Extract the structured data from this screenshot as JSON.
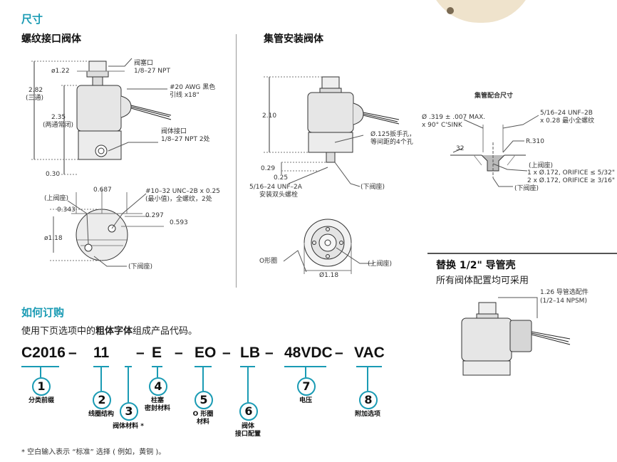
{
  "dimensions": {
    "title": "尺寸",
    "threaded": {
      "title": "螺纹接口阀体",
      "labels": {
        "dia_122": "ø1.22",
        "plug_port": "阀塞口",
        "plug_port_npt": "1/8–27 NPT",
        "awg": "#20 AWG 黑色",
        "lead": "引线 x18\"",
        "h282": "2.82",
        "three_way": "(三通)",
        "h235": "2.35",
        "two_way_nc": "(两通常闭)",
        "body_port": "阀体接口",
        "body_port_npt": "1/8–27 NPT 2处",
        "h030": "0.30",
        "w0687": "0.687",
        "upper_seat": "(上阀座)",
        "screw": "#10–32 UNC–2B x 0.25",
        "screw_note": "(最小值)，全螺纹，2处",
        "w0343": "0.343",
        "w0297": "0.297",
        "w0593": "0.593",
        "dia118": "ø1.18",
        "lower_seat": "(下阀座)"
      }
    },
    "manifold": {
      "title": "集管安装阀体",
      "labels": {
        "h210": "2.10",
        "wrench": "Ø.125扳手孔，",
        "wrench2": "等间距的4个孔",
        "h029": "0.29",
        "h025": "0.25",
        "stud": "5/16–24 UNF–2A",
        "stud2": "安装双头螺栓",
        "lower_seat": "(下阀座)",
        "o_ring": "O形圈",
        "upper_seat": "(上阀座)",
        "dia118": "Ø1.18"
      }
    },
    "mating": {
      "title": "集管配合尺寸",
      "labels": {
        "csink": "Ø .319 ± .007 MAX.",
        "csink2": "x 90° C'SINK",
        "thread": "5/16–24 UNF–2B",
        "thread2": "x 0.28 最小全螺纹",
        "r310": "R.310",
        "finish": "32",
        "upper_seat": "(上阀座)",
        "orifice1": "1 x Ø.172, ORIFICE ≤ 5/32\"",
        "orifice2": "2 x Ø.172, ORIFICE ≥ 3/16\"",
        "lower_seat": "(下阀座)"
      }
    }
  },
  "replace": {
    "title": "替换 1/2\" 导管壳",
    "subtitle": "所有阀体配置均可采用",
    "label1": "1.26 导管选配件",
    "label2": "(1/2–14 NPSM)"
  },
  "order": {
    "title": "如何订购",
    "intro_pre": "使用下页选项中的",
    "intro_bold": "粗体字体",
    "intro_post": "组成产品代码。",
    "code": [
      "C2016",
      "–",
      "11",
      "–",
      "E",
      "–",
      "EO",
      "–",
      "LB",
      "–",
      "48VDC",
      "–",
      "VAC"
    ],
    "steps": [
      {
        "num": "1",
        "label": "分类前缀"
      },
      {
        "num": "2",
        "label": "线圈结构"
      },
      {
        "num": "3",
        "label": "阀体材料 *"
      },
      {
        "num": "4",
        "label": "柱塞",
        "label2": "密封材料"
      },
      {
        "num": "5",
        "label": "O 形圈",
        "label2": "材料"
      },
      {
        "num": "6",
        "label": "阀体",
        "label2": "接口配置"
      },
      {
        "num": "7",
        "label": "电压"
      },
      {
        "num": "8",
        "label": "附加选项"
      }
    ],
    "footnote": "* 空白输入表示 “标准” 选择 ( 例如，黄铜 )。"
  },
  "colors": {
    "accent": "#1a9bb4",
    "line": "#333333",
    "body": "#e6e6e6"
  }
}
